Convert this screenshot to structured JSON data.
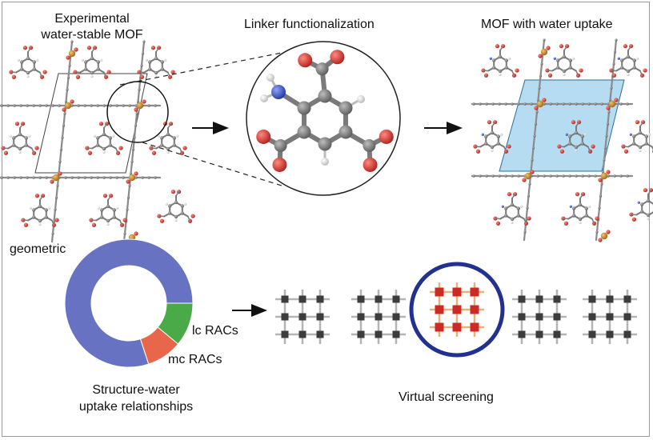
{
  "panels": {
    "experimental": {
      "line1": "Experimental",
      "line2": "water-stable MOF"
    },
    "linker": {
      "title": "Linker functionalization"
    },
    "uptake": {
      "title": "MOF with water uptake"
    }
  },
  "donut": {
    "segments": [
      {
        "label": "geometric",
        "value": 80,
        "color": "#6872c2"
      },
      {
        "label": "lc RACs",
        "value": 11,
        "color": "#4aaa48"
      },
      {
        "label": "mc RACs",
        "value": 9,
        "color": "#e8664a"
      }
    ],
    "caption_line1": "Structure-water",
    "caption_line2": "uptake relationships"
  },
  "screening": {
    "caption": "Virtual screening"
  },
  "colors": {
    "carbon": "#7d7d7d",
    "oxygen": "#d43a33",
    "nitrogen": "#3b52b8",
    "hydrogen": "#e2e2e2",
    "metal": "#c98f2e",
    "cell": "#8fc9ea",
    "highlight_ring": "#22318f",
    "grid_node": "#3c3c3c",
    "grid_bar": "#b4b4b4",
    "hit_node": "#cc2b25",
    "hit_bar": "#e6b27a"
  }
}
